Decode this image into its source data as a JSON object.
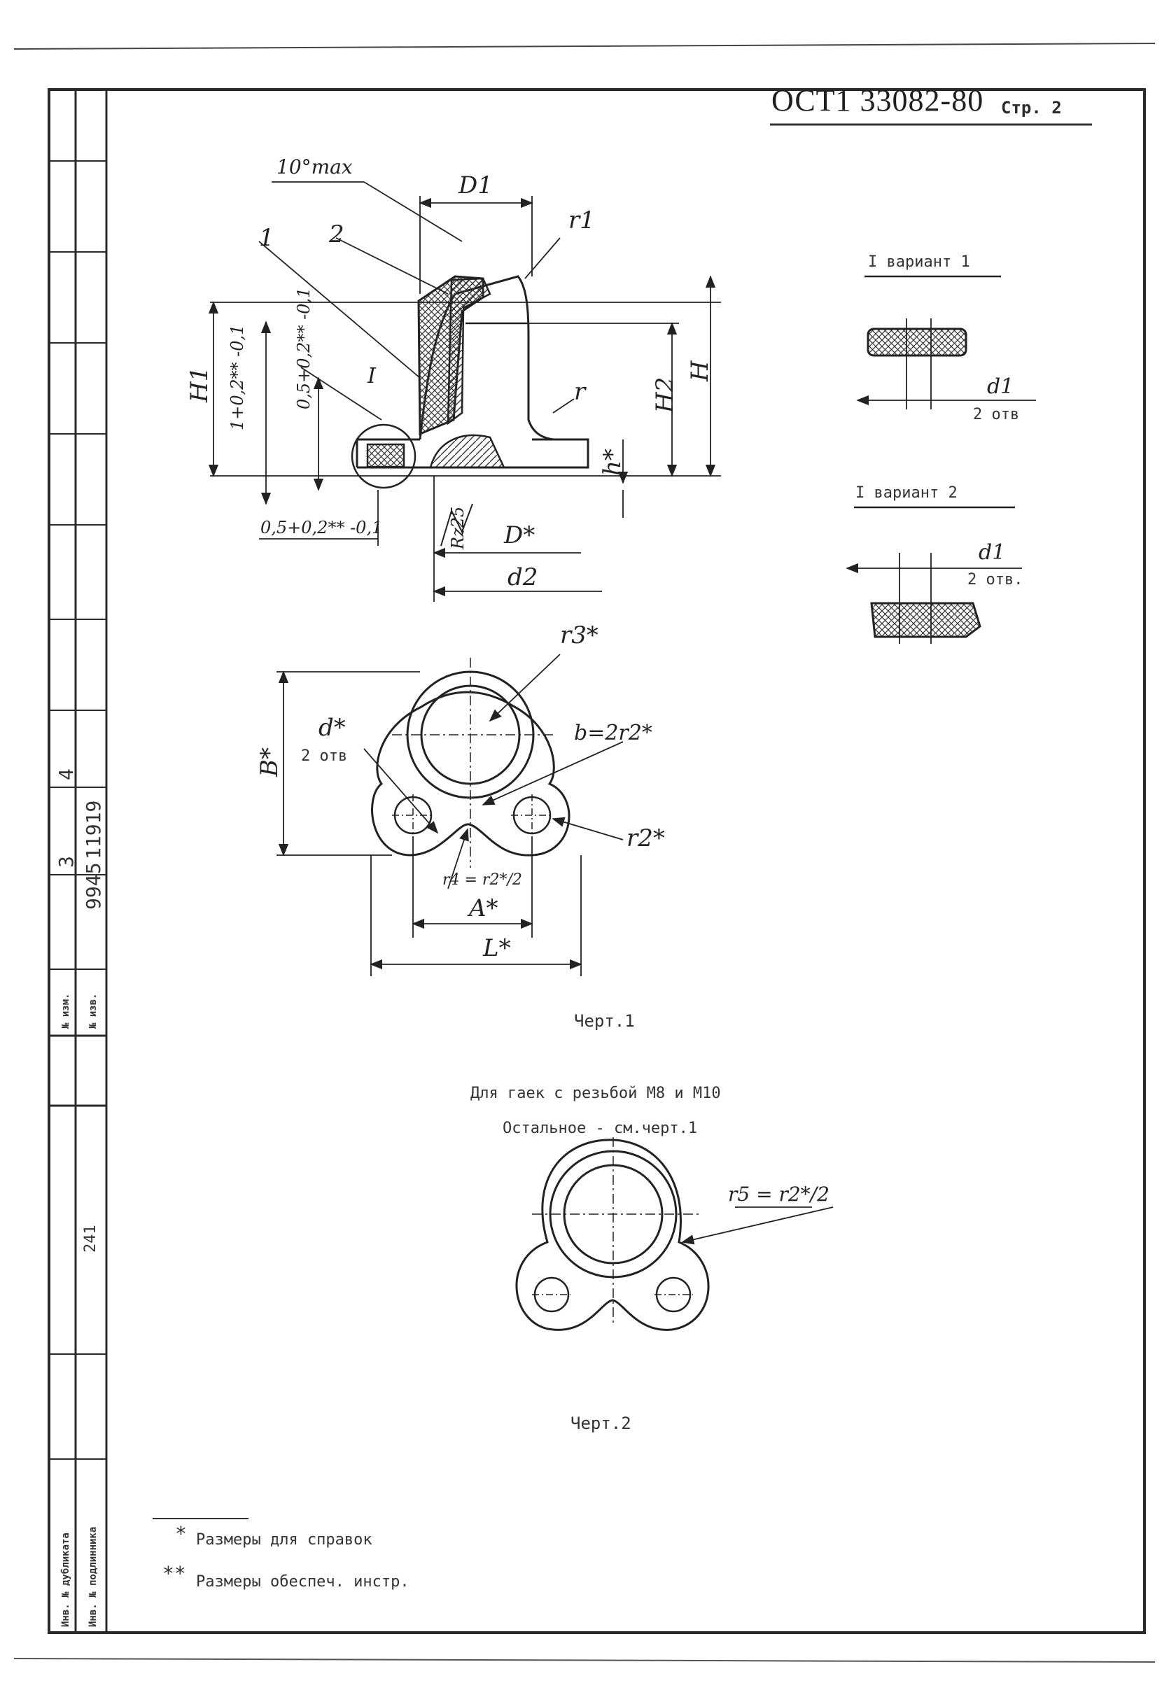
{
  "header": {
    "standard": "ОСТ1 33082-80",
    "page_label": "Стр. 2"
  },
  "drawing1": {
    "labels": {
      "angle": "10°max",
      "pos1": "1",
      "pos2": "2",
      "D1": "D1",
      "r1": "r1",
      "H1": "H1",
      "H": "H",
      "H2": "H2",
      "r": "r",
      "h": "h*",
      "tol1": "1+0,2** -0,1",
      "tol2": "0,5+0,2** -0,1",
      "tol3": "0,5+0,2** -0,1",
      "view_I": "I",
      "roughness": "Rz25",
      "D": "D*",
      "d2": "d2"
    }
  },
  "variant1": {
    "title": "I  вариант 1",
    "d1": "d1",
    "holes": "2 отв"
  },
  "variant2": {
    "title": "I  вариант 2",
    "d1": "d1",
    "holes": "2 отв."
  },
  "plan_view": {
    "r3": "r3*",
    "d": "d*",
    "d_holes": "2 отв",
    "b": "b=2r2*",
    "B": "B*",
    "r2": "r2*",
    "r4": "r4 = r2*/2",
    "A": "A*",
    "L": "L*"
  },
  "caption1": "Черт.1",
  "note_m8_m10": "Для гаек с резьбой М8 и М10",
  "note_rest": "Остальное - см.черт.1",
  "drawing2": {
    "r5": "r5 = r2*/2"
  },
  "caption2": "Черт.2",
  "footnotes": [
    {
      "mark": "*",
      "text": "Размеры для справок"
    },
    {
      "mark": "**",
      "text": "Размеры обеспеч. инстр."
    }
  ],
  "stamp": {
    "col_headers": [
      "3",
      "4"
    ],
    "izm_label": "№ изм.",
    "izv_label": "№ изв.",
    "izv_values": [
      "9945",
      "11919"
    ],
    "inv_number": "241",
    "dup_label": "Инв. № дубликата",
    "orig_label": "Инв. № подлинника"
  }
}
